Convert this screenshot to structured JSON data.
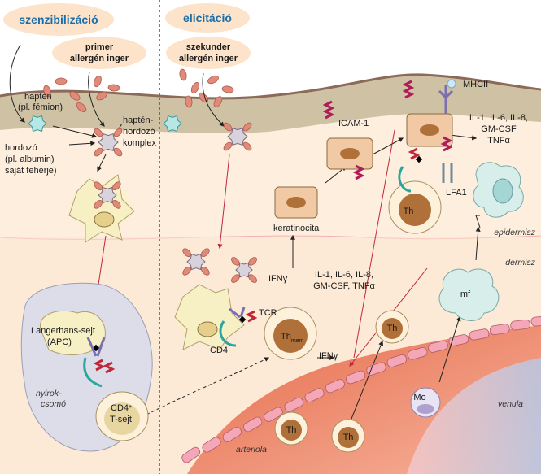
{
  "titles": {
    "sensitization": "szenzibilizáció",
    "elicitation": "elicitáció"
  },
  "stimuli": {
    "primary": [
      "primer",
      "allergén inger"
    ],
    "secondary": [
      "szekunder",
      "allergén inger"
    ]
  },
  "labels": {
    "hapten": [
      "haptén",
      "(pl. fémion)"
    ],
    "carrier": [
      "hordozó",
      "(pl. albumin)",
      "saját fehérje)"
    ],
    "complex": [
      "haptén-",
      "hordozó",
      "komplex"
    ],
    "langerhans": [
      "Langerhans-sejt",
      "(APC)"
    ],
    "lymph_node": [
      "nyirok-",
      "csomó"
    ],
    "cd4_tcell": [
      "CD4",
      "T-sejt"
    ],
    "cd4_plus": "+",
    "tcr": "TCR",
    "cd4": "CD4",
    "th_mem": "Th",
    "th_mem_sub": "mem",
    "ifn1": "IFNγ",
    "ifn2": "IFNγ",
    "keratinocyte": "keratinocita",
    "icam": "ICAM-1",
    "mhcii": "MHCII",
    "lfa1": "LFA1",
    "cytokines_top": [
      "IL-1, IL-6, IL-8,",
      "GM-CSF",
      "TNFα"
    ],
    "cytokines_mid": [
      "IL-1, IL-6, IL-8,",
      "GM-CSF, TNFα"
    ],
    "epidermis": "epidermisz",
    "dermis": "dermisz",
    "mf": "mf",
    "mo": "Mo",
    "th": "Th",
    "venule": "venula",
    "arteriole": "arteriola"
  },
  "colors": {
    "title_blue": "#1b6fa8",
    "title_bg": "#fde3c9",
    "epidermis_top": "#cfc2a4",
    "dermis": "#fdeedd",
    "vessel": "#f4a7b6",
    "divider": "#b01b7f"
  }
}
